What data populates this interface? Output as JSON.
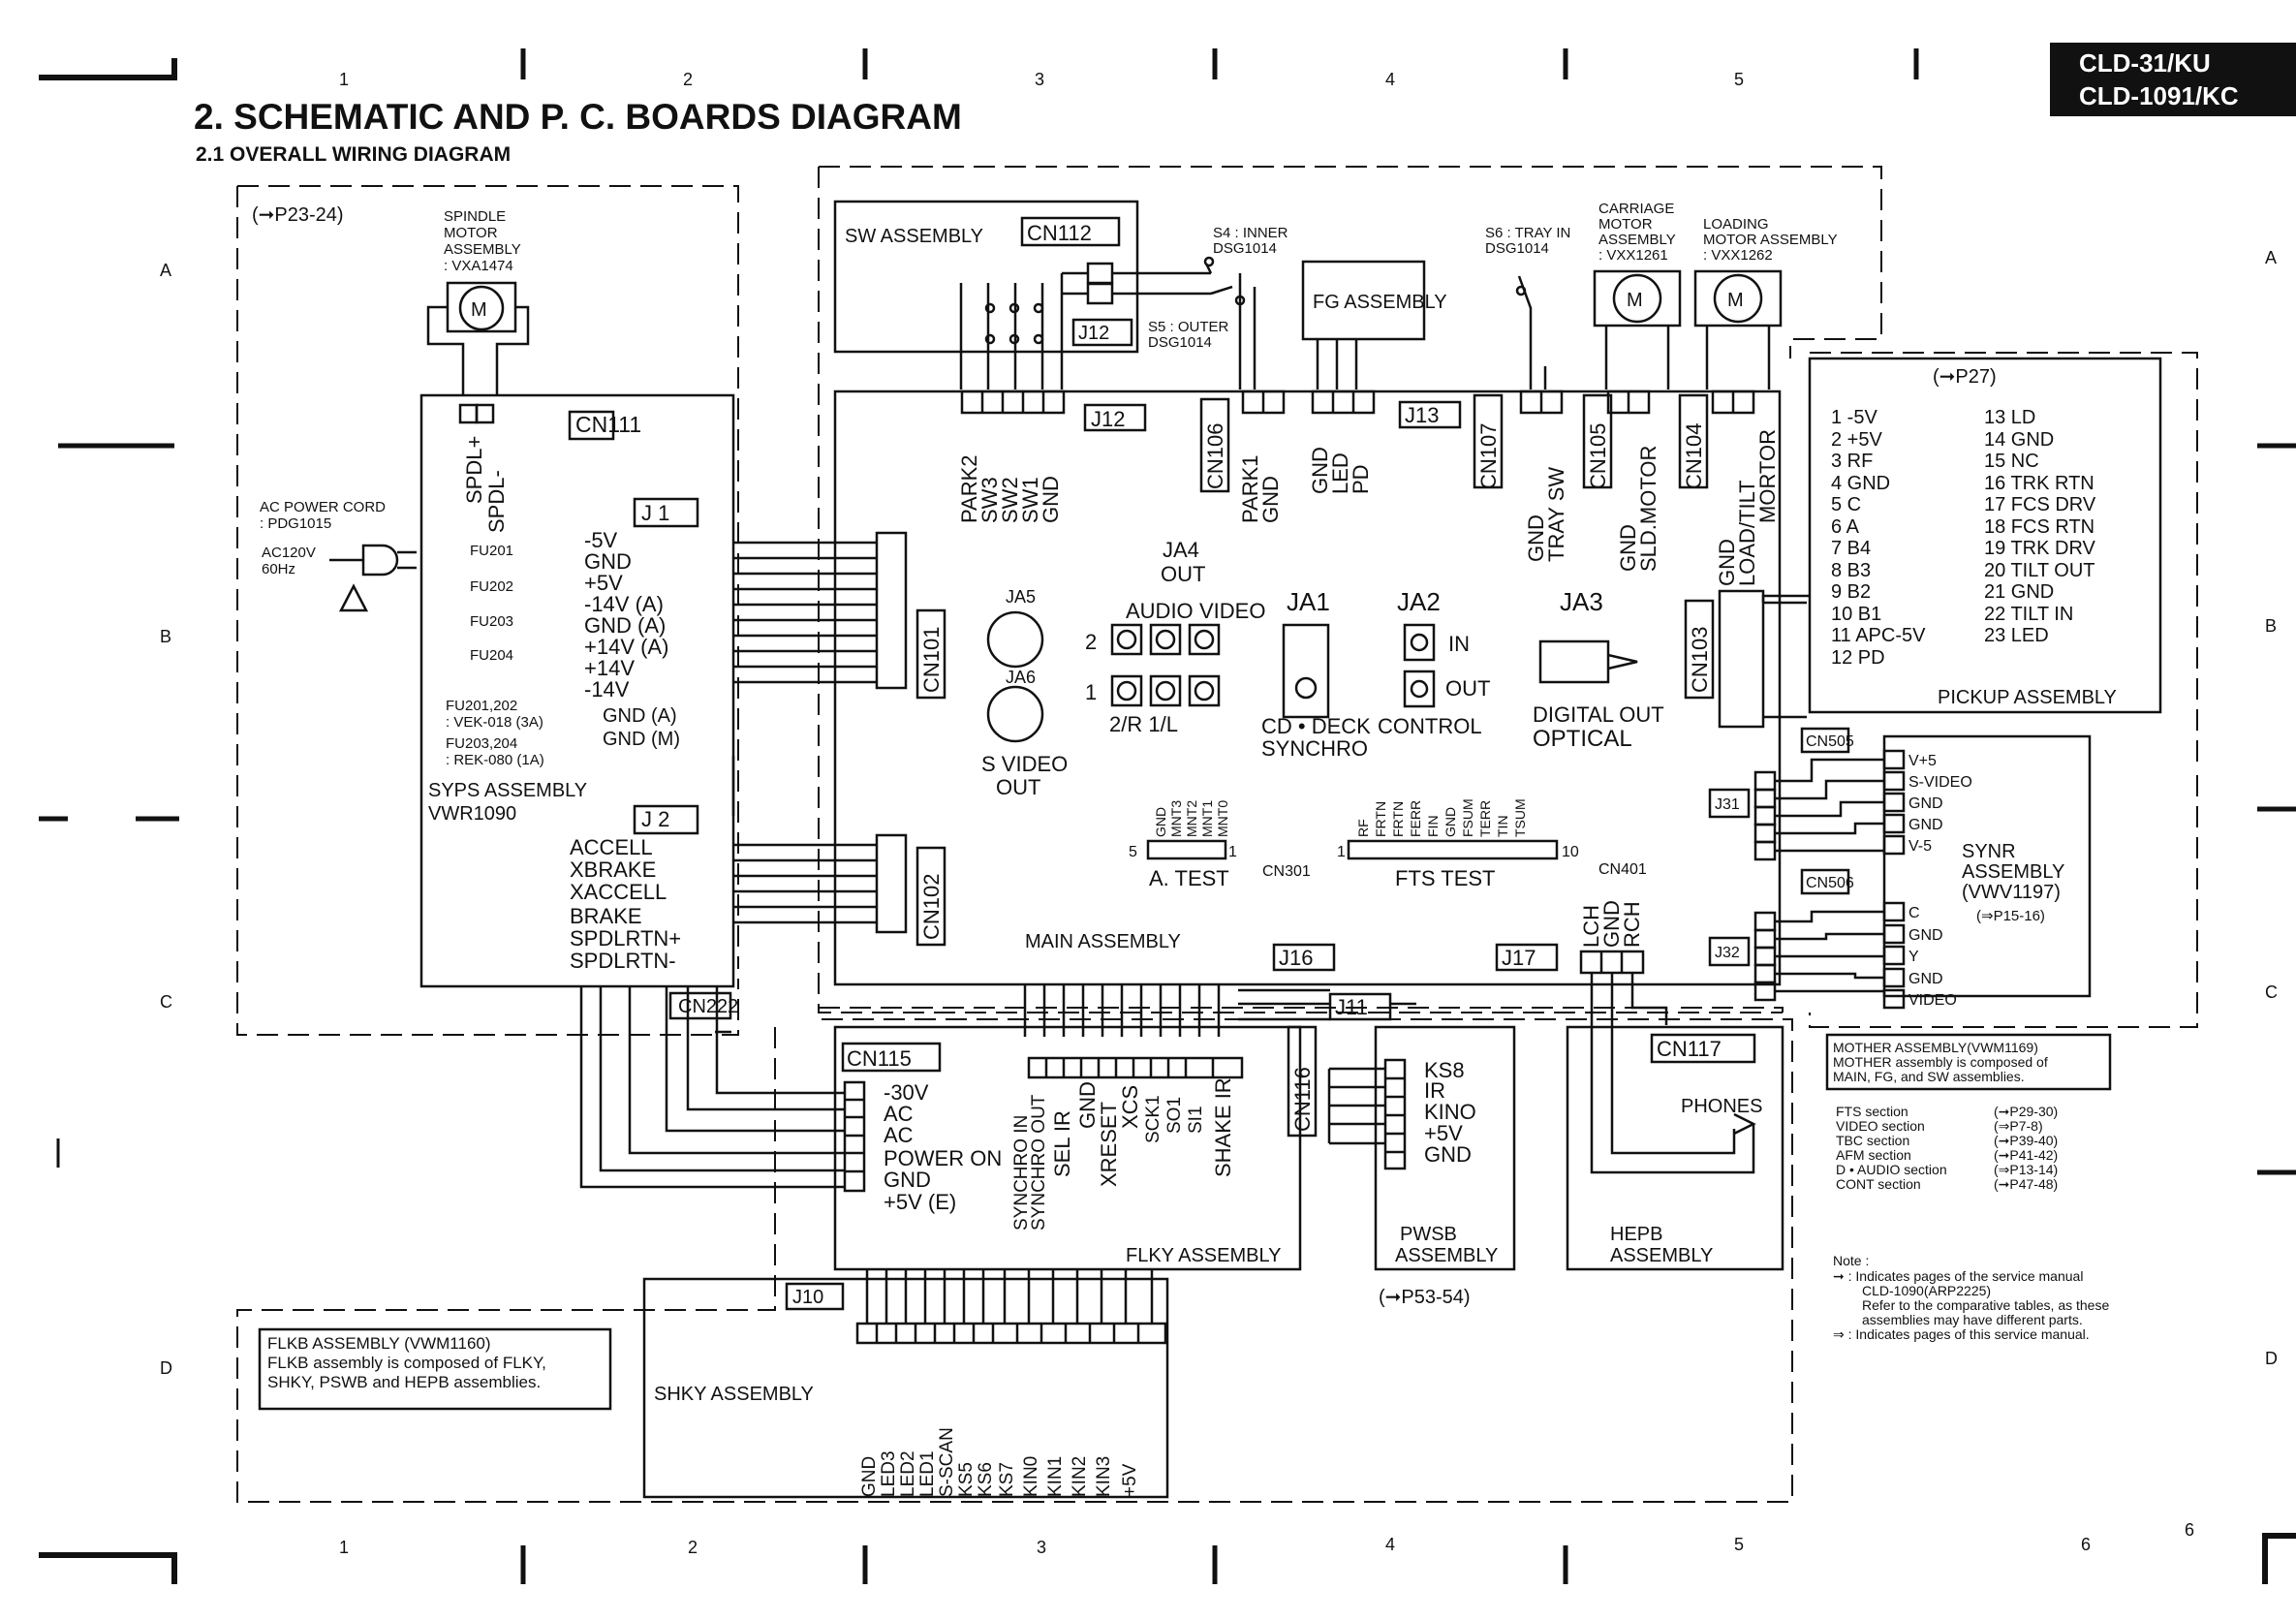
{
  "header": {
    "title": "2. SCHEMATIC AND P. C. BOARDS DIAGRAM",
    "subtitle": "2.1 OVERALL WIRING DIAGRAM",
    "model_line1": "CLD-31/KU",
    "model_line2": "CLD-1091/KC",
    "page_number": "6"
  },
  "grid": {
    "cols": [
      "1",
      "2",
      "3",
      "4",
      "5",
      "6"
    ],
    "rows": [
      "A",
      "B",
      "C",
      "D"
    ]
  },
  "syps": {
    "ref": "(➞P23-24)",
    "spindle": [
      "SPINDLE",
      "MOTOR",
      "ASSEMBLY",
      ": VXA1474"
    ],
    "connector": "CN111",
    "spdl": [
      "SPDL+",
      "SPDL-"
    ],
    "j1": "J 1",
    "j1_pins": [
      "-5V",
      "GND",
      "+5V",
      "-14V (A)",
      "GND (A)",
      "+14V (A)",
      "+14V",
      "-14V",
      "GND    (A)",
      "GND    (M)"
    ],
    "ac_cord": [
      "AC POWER CORD",
      ": PDG1015"
    ],
    "ac_volt": [
      "AC120V",
      "60Hz"
    ],
    "fuses": [
      "FU201",
      "FU202",
      "FU203",
      "FU204"
    ],
    "fuse_spec": [
      "FU201,202",
      ": VEK-018 (3A)",
      "FU203,204",
      ": REK-080 (1A)"
    ],
    "name": [
      "SYPS ASSEMBLY",
      "VWR1090"
    ],
    "j2": "J 2",
    "j2_pins": [
      "ACCELL",
      "XBRAKE",
      "XACCELL",
      "BRAKE",
      "SPDLRTN+",
      "SPDLRTN-"
    ],
    "cn222": "CN222"
  },
  "sw": {
    "name": "SW ASSEMBLY",
    "cn112": "CN112",
    "j12": "J12",
    "s4": [
      "S4 : INNER",
      "DSG1014"
    ],
    "s5": [
      "S5 : OUTER",
      "DSG1014"
    ]
  },
  "fg": {
    "name": "FG ASSEMBLY"
  },
  "top_parts": {
    "s6": [
      "S6 : TRAY  IN",
      "DSG1014"
    ],
    "carriage": [
      "CARRIAGE",
      "MOTOR",
      "ASSEMBLY",
      ": VXX1261"
    ],
    "loading": [
      "LOADING",
      "MOTOR ASSEMBLY",
      ": VXX1262"
    ]
  },
  "main": {
    "name": "MAIN ASSEMBLY",
    "j12_labels": [
      "PARK2",
      "SW3",
      "SW2",
      "SW1",
      "GND"
    ],
    "cn106": "CN106",
    "cn106_labels": [
      "PARK1",
      "GND"
    ],
    "j13": "J13",
    "j13_labels": [
      "GND",
      "LED",
      "PD"
    ],
    "cn107": "CN107",
    "cn107_labels": [
      "GND",
      "TRAY  SW"
    ],
    "cn105": "CN105",
    "cn105_labels": [
      "GND",
      "SLD.MOTOR"
    ],
    "cn104": "CN104",
    "cn104_labels": [
      "GND",
      "LOAD/TILT",
      "MORTOR"
    ],
    "cn101": "CN101",
    "cn102": "CN102",
    "cn103": "CN103",
    "ja4": [
      "JA4",
      "OUT"
    ],
    "audio_video": [
      "AUDIO",
      "VIDEO"
    ],
    "ja5": "JA5",
    "ja6": "JA6",
    "svideo": [
      "S VIDEO",
      "OUT"
    ],
    "ja1": "JA1",
    "ja2": "JA2",
    "ja3": "JA3",
    "in_out": [
      "IN",
      "OUT"
    ],
    "lr": "2/R  1/L",
    "cd_deck": [
      "CD • DECK",
      "SYNCHRO"
    ],
    "control": "CONTROL",
    "digital": [
      "DIGITAL  OUT",
      "OPTICAL"
    ],
    "atest_labels": [
      "GND",
      "MNT3",
      "MNT2",
      "MNT1",
      "MNT0"
    ],
    "atest": "A. TEST",
    "cn301": "CN301",
    "fts_labels": [
      "RF",
      "FRTN",
      "FRTN",
      "FERR",
      "FIN",
      "GND",
      "FSUM",
      "TERR",
      "TIN",
      "TSUM"
    ],
    "fts": "FTS  TEST",
    "cn401": "CN401",
    "cn401_labels": [
      "LCH",
      "GND",
      "RCH"
    ],
    "j16": "J16",
    "j17": "J17",
    "j11": "J11",
    "n2": "2",
    "n1": "1",
    "n5": "5",
    "n10": "10"
  },
  "pickup": {
    "ref": "(➞P27)",
    "left_pins": [
      "1  -5V",
      "2  +5V",
      "3  RF",
      "4  GND",
      "5  C",
      "6  A",
      "7  B4",
      "8  B3",
      "9  B2",
      "10  B1",
      "11  APC-5V",
      "12  PD"
    ],
    "right_pins": [
      "13  LD",
      "14  GND",
      "15  NC",
      "16  TRK RTN",
      "17  FCS DRV",
      "18  FCS RTN",
      "19  TRK DRV",
      "20  TILT OUT",
      "21  GND",
      "22  TILT IN",
      "23  LED"
    ],
    "name": "PICKUP ASSEMBLY"
  },
  "synr": {
    "cn505": "CN505",
    "cn505_pins": [
      "V+5",
      "S-VIDEO",
      "GND",
      "GND",
      "V-5"
    ],
    "j31": "J31",
    "cn506": "CN506",
    "cn506_pins": [
      "C",
      "GND",
      "Y",
      "GND",
      "VIDEO"
    ],
    "j32": "J32",
    "name": [
      "SYNR",
      "ASSEMBLY",
      "(VWV1197)",
      "(⇒P15-16)"
    ]
  },
  "mother": {
    "lines": [
      "MOTHER ASSEMBLY(VWM1169)",
      "MOTHER assembly is composed of",
      "MAIN, FG, and SW assemblies."
    ]
  },
  "sections": [
    {
      "name": "FTS  section",
      "ref": "(➞P29-30)"
    },
    {
      "name": "VIDEO  section",
      "ref": "(⇒P7-8)"
    },
    {
      "name": "TBC  section",
      "ref": "(➞P39-40)"
    },
    {
      "name": "AFM  section",
      "ref": "(➞P41-42)"
    },
    {
      "name": "D • AUDIO  section",
      "ref": "(⇒P13-14)"
    },
    {
      "name": "CONT  section",
      "ref": "(➞P47-48)"
    }
  ],
  "note": {
    "title": "Note :",
    "lines": [
      "➞ : Indicates pages of the service manual",
      "CLD-1090(ARP2225)",
      "Refer to the comparative tables, as these",
      "assemblies may have different parts.",
      "⇒ : Indicates pages of this service manual."
    ]
  },
  "flky": {
    "cn115": "CN115",
    "cn115_pins": [
      "-30V",
      "AC",
      "AC",
      "POWER  ON",
      "GND",
      "+5V (E)"
    ],
    "top_labels": [
      "SYNCHRO IN",
      "SYNCHRO OUT",
      "SEL  IR",
      "GND",
      "XRESET",
      "XCS",
      "SCK1",
      "SO1",
      "SI1",
      "SHAKE  IR"
    ],
    "name": "FLKY  ASSEMBLY"
  },
  "pwsb": {
    "cn116": "CN116",
    "pins": [
      "KS8",
      "IR",
      "KINO",
      "+5V",
      "GND"
    ],
    "name": [
      "PWSB",
      "ASSEMBLY"
    ],
    "ref": "(➞P53-54)"
  },
  "hepb": {
    "cn117": "CN117",
    "phones": "PHONES",
    "name": [
      "HEPB",
      "ASSEMBLY"
    ]
  },
  "flkb": {
    "lines": [
      "FLKB ASSEMBLY (VWM1160)",
      "FLKB assembly is composed of FLKY,",
      "SHKY, PSWB and HEPB assemblies."
    ]
  },
  "shky": {
    "j10": "J10",
    "name": "SHKY  ASSEMBLY",
    "labels": [
      "GND",
      "LED3",
      "LED2",
      "LED1",
      "S-SCAN",
      "KS5",
      "KS6",
      "KS7",
      "KIN0",
      "KIN1",
      "KIN2",
      "KIN3",
      "+5V"
    ]
  }
}
